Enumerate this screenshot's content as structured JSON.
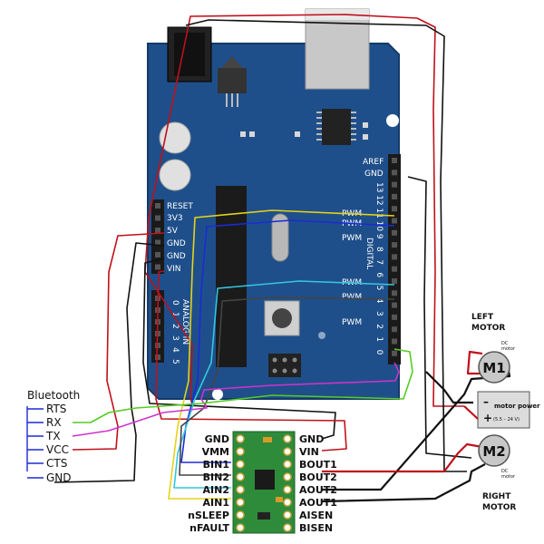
{
  "colors": {
    "board": "#1f4f8a",
    "board_edge": "#143a68",
    "header": "#1a1a1a",
    "driver_board": "#2e8b3a",
    "wire_red": "#c0101a",
    "wire_black": "#111111",
    "wire_yellow": "#e6d21a",
    "wire_blue": "#1b2bd6",
    "wire_cyan": "#33c6e0",
    "wire_magenta": "#cc33cc",
    "wire_green": "#55cc22",
    "wire_gray": "#444444"
  },
  "arduino": {
    "power_labels": [
      "RESET",
      "3V3",
      "5V",
      "GND",
      "GND",
      "VIN"
    ],
    "analog_label": "ANALOG IN",
    "analog_pins": [
      "0",
      "1",
      "2",
      "3",
      "4",
      "5"
    ],
    "top_right": [
      "AREF",
      "GND"
    ],
    "digital_label": "DIGITAL",
    "digital_nums": [
      "13",
      "12",
      "11",
      "10",
      "9",
      "8",
      "7",
      "6",
      "5",
      "4",
      "3",
      "2",
      "1",
      "0"
    ],
    "pwm": [
      "PWM",
      "PWM",
      "PWM",
      "PWM",
      "PWM",
      "PWM"
    ]
  },
  "bluetooth": {
    "title": "Bluetooth",
    "pins": [
      "RTS",
      "RX",
      "TX",
      "VCC",
      "CTS",
      "GND"
    ]
  },
  "driver": {
    "left_pins": [
      "GND",
      "VMM",
      "BIN1",
      "BIN2",
      "AIN2",
      "AIN1",
      "nSLEEP",
      "nFAULT"
    ],
    "right_pins": [
      "GND",
      "VIN",
      "BOUT1",
      "BOUT2",
      "AOUT2",
      "AOUT1",
      "AISEN",
      "BISEN"
    ]
  },
  "motors": {
    "left_title_1": "LEFT",
    "left_title_2": "MOTOR",
    "right_title_1": "RIGHT",
    "right_title_2": "MOTOR",
    "m1": "M1",
    "m2": "M2",
    "dc_line1": "DC",
    "dc_line2": "motor"
  },
  "power": {
    "label": "motor power",
    "range": "(5.5 – 24 V)",
    "minus": "–",
    "plus": "+"
  }
}
